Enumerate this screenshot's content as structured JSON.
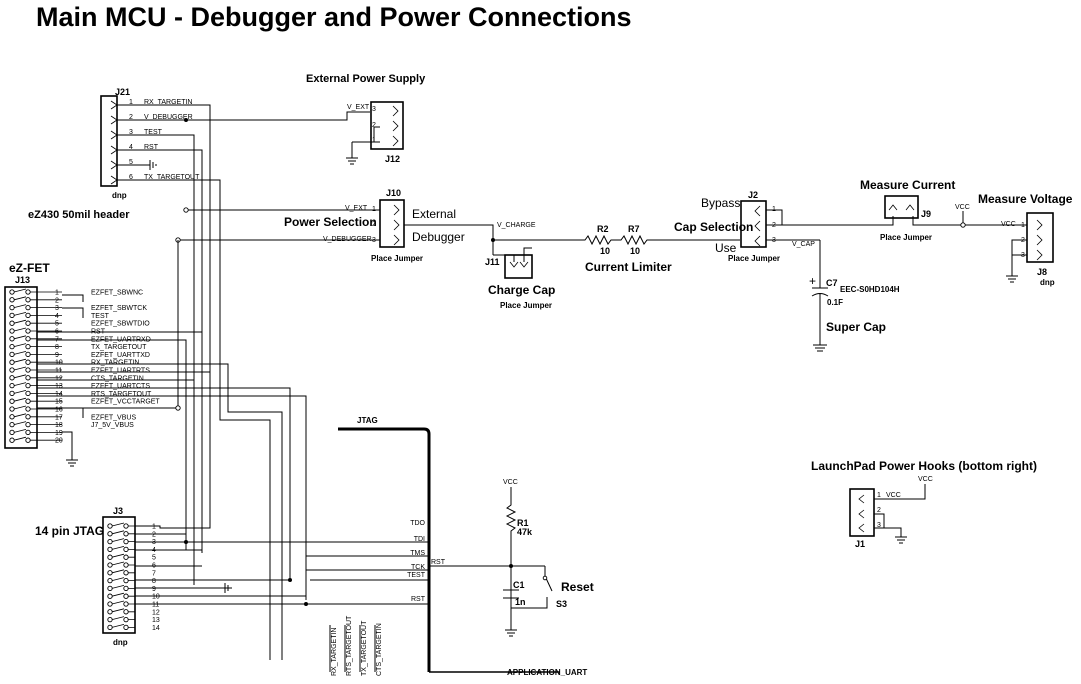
{
  "title": "Main MCU - Debugger and Power Connections",
  "j21": {
    "ref": "J21",
    "note": "dnp",
    "caption": "eZ430 50mil header",
    "pins": [
      {
        "num": "1",
        "label": "RX_TARGETIN"
      },
      {
        "num": "2",
        "label": "V_DEBUGGER"
      },
      {
        "num": "3",
        "label": "TEST"
      },
      {
        "num": "4",
        "label": "RST"
      },
      {
        "num": "5",
        "label": ""
      },
      {
        "num": "6",
        "label": "TX_TARGETOUT"
      }
    ]
  },
  "j12": {
    "title": "External Power Supply",
    "ref": "J12",
    "net": "V_EXT",
    "pins": [
      "3",
      "2",
      "1"
    ]
  },
  "j10": {
    "ref": "J10",
    "title": "Power Selection",
    "note": "Place Jumper",
    "nets": [
      "V_EXT",
      "",
      "V_DEBUGGER"
    ],
    "pins": [
      "1",
      "2",
      "3"
    ],
    "side_labels": [
      "External",
      "Debugger"
    ]
  },
  "j11": {
    "ref": "J11",
    "title": "Charge Cap",
    "note": "Place Jumper",
    "net": "V_CHARGE"
  },
  "limiter": {
    "title": "Current Limiter",
    "r2": {
      "ref": "R2",
      "value": "10"
    },
    "r7": {
      "ref": "R7",
      "value": "10"
    }
  },
  "j2": {
    "ref": "J2",
    "title": "Cap Selection",
    "note": "Place Jumper",
    "labels": [
      "Bypass",
      "Use"
    ],
    "pins": [
      "1",
      "2",
      "3"
    ],
    "net": "V_CAP"
  },
  "c7": {
    "ref": "C7",
    "part": "EEC-S0HD104H",
    "value": "0.1F",
    "title": "Super Cap",
    "plus": "+"
  },
  "j9": {
    "ref": "J9",
    "title": "Measure Current",
    "note": "Place Jumper"
  },
  "j8": {
    "ref": "J8",
    "title": "Measure Voltage",
    "note": "dnp",
    "net": "VCC",
    "pins": [
      "1",
      "2",
      "3"
    ]
  },
  "vcc_label": "VCC",
  "j13": {
    "title": "eZ-FET",
    "ref": "J13",
    "pins": [
      {
        "num": "1",
        "label": "EZFET_SBWNC"
      },
      {
        "num": "2",
        "label": ""
      },
      {
        "num": "3",
        "label": "EZFET_SBWTCK"
      },
      {
        "num": "4",
        "label": "TEST"
      },
      {
        "num": "5",
        "label": "EZFET_SBWTDIO"
      },
      {
        "num": "6",
        "label": "RST"
      },
      {
        "num": "7",
        "label": "EZFET_UARTRXD"
      },
      {
        "num": "8",
        "label": "TX_TARGETOUT"
      },
      {
        "num": "9",
        "label": "EZFET_UARTTXD"
      },
      {
        "num": "10",
        "label": "RX_TARGETIN"
      },
      {
        "num": "11",
        "label": "EZFET_UARTRTS"
      },
      {
        "num": "12",
        "label": "CTS_TARGETIN"
      },
      {
        "num": "13",
        "label": "EZFET_UARTCTS"
      },
      {
        "num": "14",
        "label": "RTS_TARGETOUT"
      },
      {
        "num": "15",
        "label": "EZFET_VCCTARGET"
      },
      {
        "num": "16",
        "label": ""
      },
      {
        "num": "17",
        "label": "EZFET_VBUS"
      },
      {
        "num": "18",
        "label": "J7_5V_VBUS"
      },
      {
        "num": "19",
        "label": ""
      },
      {
        "num": "20",
        "label": ""
      }
    ]
  },
  "j3": {
    "title": "14 pin JTAG",
    "ref": "J3",
    "note": "dnp",
    "pins": [
      "1",
      "2",
      "3",
      "4",
      "5",
      "6",
      "7",
      "8",
      "9",
      "10",
      "11",
      "12",
      "13",
      "14"
    ]
  },
  "jtag_bus": {
    "title": "JTAG",
    "signals": [
      "TDO",
      "TDI",
      "TMS",
      "TCK",
      "TEST",
      "RST"
    ],
    "uart_signals": [
      "RX_TARGETIN",
      "RTS_TARGETOUT",
      "TX_TARGETOUT",
      "CTS_TARGETIN"
    ],
    "uart_bus": "APPLICATION_UART",
    "rst_net": "RST"
  },
  "reset": {
    "title": "Reset",
    "r1": {
      "ref": "R1",
      "value": "47k"
    },
    "c1": {
      "ref": "C1",
      "value": "1n"
    },
    "s3": "S3",
    "vcc": "VCC"
  },
  "j1": {
    "title": "LaunchPad Power Hooks (bottom right)",
    "ref": "J1",
    "net": "VCC",
    "pins": [
      "1",
      "2",
      "3"
    ],
    "vcc": "VCC"
  }
}
